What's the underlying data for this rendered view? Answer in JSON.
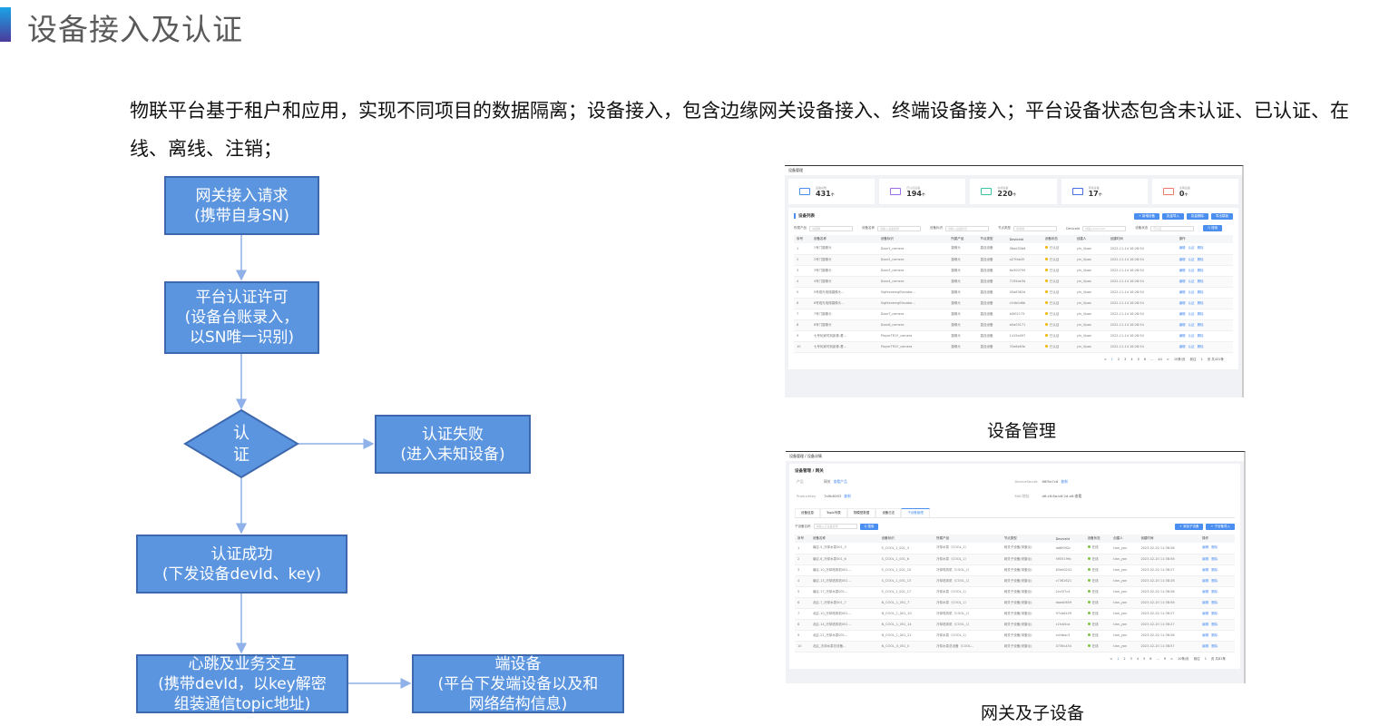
{
  "title": "设备接入及认证",
  "description": "物联平台基于租户和应用，实现不同项目的数据隔离；设备接入，包含边缘网关设备接入、终端设备接入；平台设备状态包含未认证、已认证、在线、离线、注销；",
  "colors": {
    "box_fill": "#5b95e0",
    "box_border": "#3d68ad",
    "arrow": "#8fb0e8",
    "accent": "#4a8ef0"
  },
  "flow": {
    "gateway_request": [
      "网关接入请求",
      "(携带自身SN)"
    ],
    "platform_auth": [
      "平台认证许可",
      "(设备台账录入，",
      "以SN唯一识别)"
    ],
    "decision": [
      "认",
      "证"
    ],
    "auth_fail": [
      "认证失败",
      "(进入未知设备)"
    ],
    "auth_success": [
      "认证成功",
      "(下发设备devId、key)"
    ],
    "heartbeat": [
      "心跳及业务交互",
      "(携带devId，以key解密",
      "组装通信topic地址)"
    ],
    "end_device": [
      "端设备",
      "(平台下发端设备以及和",
      "网络结构信息)"
    ]
  },
  "shot1": {
    "caption": "设备管理",
    "breadcrumb": "设备管理",
    "stats": [
      {
        "label": "设备总数",
        "value": "431",
        "unit": "个",
        "color": "#4a8ef0"
      },
      {
        "label": "已认证设备",
        "value": "194",
        "unit": "个",
        "color": "#9b6ee8"
      },
      {
        "label": "在线设备",
        "value": "220",
        "unit": "个",
        "color": "#3cc4a0"
      },
      {
        "label": "离线设备",
        "value": "17",
        "unit": "个",
        "color": "#4a6ee8"
      },
      {
        "label": "注销设备",
        "value": "0",
        "unit": "个",
        "color": "#f07a6a"
      }
    ],
    "panel_title": "设备列表",
    "buttons": [
      "+ 新增设备",
      "批量导入",
      "批量删除",
      "导出模板"
    ],
    "filters": [
      {
        "label": "所属产品",
        "placeholder": "请选择"
      },
      {
        "label": "设备名称",
        "placeholder": "请输入设备名称"
      },
      {
        "label": "设备标识",
        "placeholder": "请输入设备标识"
      },
      {
        "label": "节点类型",
        "placeholder": "请选择"
      },
      {
        "label": "DeviceId",
        "placeholder": "请输入DeviceId"
      },
      {
        "label": "设备状态",
        "placeholder": "已认证"
      }
    ],
    "search": "Q 搜索",
    "columns": [
      "序号",
      "设备名称",
      "设备标识",
      "所属产品",
      "节点类型",
      "DeviceId",
      "设备状态",
      "创建人",
      "创建时间",
      "操作"
    ],
    "rows": [
      [
        "1",
        "1号门摄像头",
        "Door1_camera",
        "摄像头",
        "直连设备",
        "06ad30b6",
        "已认证",
        "yin_lijuan",
        "2022-11-14 16:28:54"
      ],
      [
        "2",
        "2号门摄像头",
        "Door2_camera",
        "摄像头",
        "直连设备",
        "a27fab45",
        "已认证",
        "yin_lijuan",
        "2022-11-14 16:28:54"
      ],
      [
        "3",
        "3号门摄像头",
        "Door3_camera",
        "摄像头",
        "直连设备",
        "6a300795",
        "已认证",
        "yin_lijuan",
        "2022-11-14 16:28:54"
      ],
      [
        "4",
        "4号门摄像头",
        "Door4_camera",
        "摄像头",
        "直连设备",
        "7155ae3d",
        "已认证",
        "yin_lijuan",
        "2022-11-14 16:28:54"
      ],
      [
        "5",
        "5号观光电梯摄像头...",
        "SightseeingElevator...",
        "摄像头",
        "直连设备",
        "00a8362a",
        "已认证",
        "yin_lijuan",
        "2022-11-14 16:28:54"
      ],
      [
        "6",
        "6号观光电梯摄像头...",
        "SightseeingElevator...",
        "摄像头",
        "直连设备",
        "c54b0d6b",
        "已认证",
        "yin_lijuan",
        "2022-11-14 16:28:54"
      ],
      [
        "7",
        "7号门摄像头",
        "Door7_camera",
        "摄像头",
        "直连设备",
        "b0f02175",
        "已认证",
        "yin_lijuan",
        "2022-11-14 16:28:54"
      ],
      [
        "8",
        "8号门摄像头",
        "Door8_camera",
        "摄像头",
        "直连设备",
        "b0a05171",
        "已认证",
        "yin_lijuan",
        "2022-11-14 16:28:54"
      ],
      [
        "9",
        "七号玩家时刻影像-看...",
        "PlayerTR1F_camera",
        "摄像头",
        "直连设备",
        "1415a497",
        "已认证",
        "yin_lijuan",
        "2022-11-14 16:28:54"
      ],
      [
        "10",
        "七号玩家时刻影像-看...",
        "PlayerTR2F_camera",
        "摄像头",
        "直连设备",
        "33a6e63e",
        "已认证",
        "yin_lijuan",
        "2022-11-14 16:28:54"
      ]
    ],
    "status_color": "#f5b400",
    "row_actions": [
      "编辑",
      "认证",
      "删除"
    ],
    "pager": [
      "<",
      "1",
      "2",
      "3",
      "4",
      "5",
      "6",
      "...",
      "44",
      ">",
      "10条/页",
      "前往",
      "1",
      "页 共431条"
    ]
  },
  "shot2": {
    "caption": "网关及子设备",
    "breadcrumb": "设备管理 / 设备详情",
    "panel_title": "设备管理 / 网关",
    "info": [
      {
        "label": "产品",
        "value": "网关",
        "link": "查看产品"
      },
      {
        "label": "DeviceSecret",
        "value": "66f5e7c6",
        "link": "复制"
      },
      {
        "label": "ProductKey",
        "value": "7a9b6263",
        "link": "复制"
      },
      {
        "label": "MAC地址",
        "value": "d6:c6:8a:b6:2d:e8:查看",
        "link": ""
      }
    ],
    "tabs": [
      "设备信息",
      "Topic列表",
      "物模型数据",
      "设备日志",
      "子设备管理"
    ],
    "active_tab": 4,
    "filter_label": "子设备名称",
    "filter_placeholder": "请输入子设备名称",
    "search": "Q 搜索",
    "buttons": [
      "+ 添加子设备",
      "+ 子设备导入"
    ],
    "columns": [
      "序号",
      "设备名称",
      "设备标识",
      "所属产品",
      "节点类型",
      "DeviceId",
      "设备状态",
      "创建人",
      "创建时间",
      "操作"
    ],
    "rows": [
      [
        "1",
        "南区-5_冷却水泵001_3",
        "S_COOL_1_001_3",
        "冷却水泵（COOL_1）",
        "网关子设备(采集仪)",
        "dd6f092c",
        "在线",
        "tian_yan",
        "2023-02-20 11:38:58"
      ],
      [
        "2",
        "南区-6_冷却水泵001_6",
        "S_COOL_1_001_6",
        "冷却水泵（COOL_1）",
        "网关子设备(采集仪)",
        "5955199c",
        "在线",
        "tian_yan",
        "2023-02-20 11:38:58"
      ],
      [
        "3",
        "南区-10_冷却塔风机001...",
        "S_COOL_1_001_10",
        "冷却塔风机（COOL_1）",
        "网关子设备(采集仪)",
        "63dd0241",
        "在线",
        "tian_yan",
        "2023-02-20 11:38:27"
      ],
      [
        "4",
        "南区-13_冷却塔风机001...",
        "S_COOL_1_001_13",
        "冷却塔风机（COOL_1）",
        "网关子设备(采集仪)",
        "c7361621",
        "在线",
        "tian_yan",
        "2023-02-20 11:38:26"
      ],
      [
        "5",
        "南区-17_冷却水泵001...",
        "S_COOL_1_001_17",
        "冷却水泵（COOL_1）",
        "网关子设备(采集仪)",
        "2ccf37c4",
        "在线",
        "tian_yan",
        "2023-02-20 11:38:58"
      ],
      [
        "6",
        "北区-7_冷却水泵001_7",
        "N_COOL_1_001_7",
        "冷却水泵（COOL_1）",
        "网关子设备(采集仪)",
        "daed0659",
        "在线",
        "tian_yan",
        "2023-02-20 11:38:58"
      ],
      [
        "7",
        "北区-10_冷却塔风机001...",
        "N_COOL_1_001_10",
        "冷却塔风机（COOL_1）",
        "网关子设备(采集仪)",
        "97cb6459",
        "在线",
        "tian_yan",
        "2023-02-20 11:38:27"
      ],
      [
        "8",
        "北区-14_冷却塔风机001...",
        "N_COOL_1_001_14",
        "冷却塔风机（COOL_1）",
        "网关子设备(采集仪)",
        "c1fcb5ca",
        "在线",
        "tian_yan",
        "2023-02-20 11:38:27"
      ],
      [
        "9",
        "北区-21_冷却水泵001...",
        "N_COOL_1_001_21",
        "冷却水泵（COOL_1）",
        "网关子设备(采集仪)",
        "ccfdbac3",
        "在线",
        "tian_yan",
        "2023-02-20 11:38:58"
      ],
      [
        "10",
        "北区_冷却水泵总设备...",
        "N_COOL_0_001_0",
        "冷却水泵总设备（COOL...",
        "网关子设备(采集仪)",
        "0736c454",
        "在线",
        "tian_yan",
        "2023-02-20 11:38:57"
      ]
    ],
    "status_color": "#7cc242",
    "row_actions": [
      "编辑",
      "删除"
    ],
    "pager": [
      "<",
      "1",
      "2",
      "3",
      "4",
      "5",
      "6",
      "...",
      "9",
      ">",
      "10条/页",
      "前往",
      "1",
      "页 共81条"
    ]
  }
}
